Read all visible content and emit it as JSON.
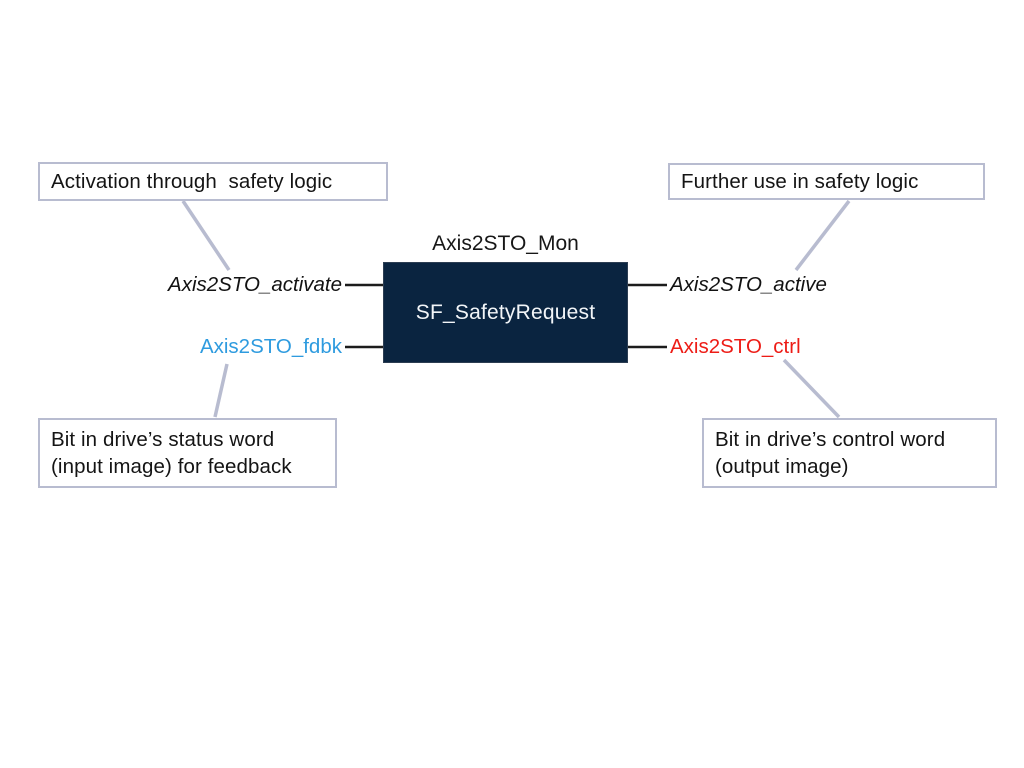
{
  "diagram": {
    "title": "Axis2STO_Mon",
    "block": {
      "instance_name": "Axis2STO_Mon",
      "type_name": "SF_SafetyRequest",
      "fill_color": "#0a2440",
      "text_color": "#f2f5f8"
    },
    "ports": {
      "inputs": [
        {
          "name": "Axis2STO_activate",
          "color": "#121212",
          "style": "italic"
        },
        {
          "name": "Axis2STO_fdbk",
          "color": "#2e9bdf",
          "style": "normal"
        }
      ],
      "outputs": [
        {
          "name": "Axis2STO_active",
          "color": "#121212",
          "style": "italic"
        },
        {
          "name": "Axis2STO_ctrl",
          "color": "#ed1c16",
          "style": "normal"
        }
      ]
    },
    "callouts": [
      {
        "id": "activation",
        "lines": [
          "Activation through  safety logic"
        ]
      },
      {
        "id": "further-use",
        "lines": [
          "Further use in safety logic"
        ]
      },
      {
        "id": "status-word",
        "lines": [
          "Bit in drive’s status word",
          "(input image) for feedback"
        ]
      },
      {
        "id": "control-word",
        "lines": [
          "Bit in drive’s control word",
          "(output image)"
        ]
      }
    ],
    "colors": {
      "callout_border": "#b8bcd0",
      "leader_line": "#b8bcd0",
      "signal_line": "#1c1c1c",
      "background": "#ffffff"
    }
  }
}
